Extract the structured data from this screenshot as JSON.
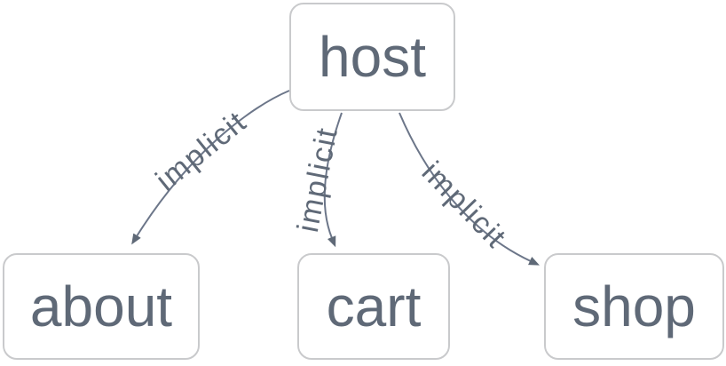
{
  "diagram": {
    "type": "dependency-graph",
    "background": "#ffffff",
    "colors": {
      "node_border": "#c9cacc",
      "node_fill": "#ffffff",
      "node_text": "#5f6977",
      "edge_line": "#6c7689",
      "edge_label_text": "#5f6977",
      "arrowhead": "#5f6977"
    },
    "nodes": [
      {
        "id": "host",
        "label": "host"
      },
      {
        "id": "about",
        "label": "about"
      },
      {
        "id": "cart",
        "label": "cart"
      },
      {
        "id": "shop",
        "label": "shop"
      }
    ],
    "edges": [
      {
        "from": "host",
        "to": "about",
        "label": "implicit"
      },
      {
        "from": "host",
        "to": "cart",
        "label": "implicit"
      },
      {
        "from": "host",
        "to": "shop",
        "label": "implicit"
      }
    ]
  }
}
